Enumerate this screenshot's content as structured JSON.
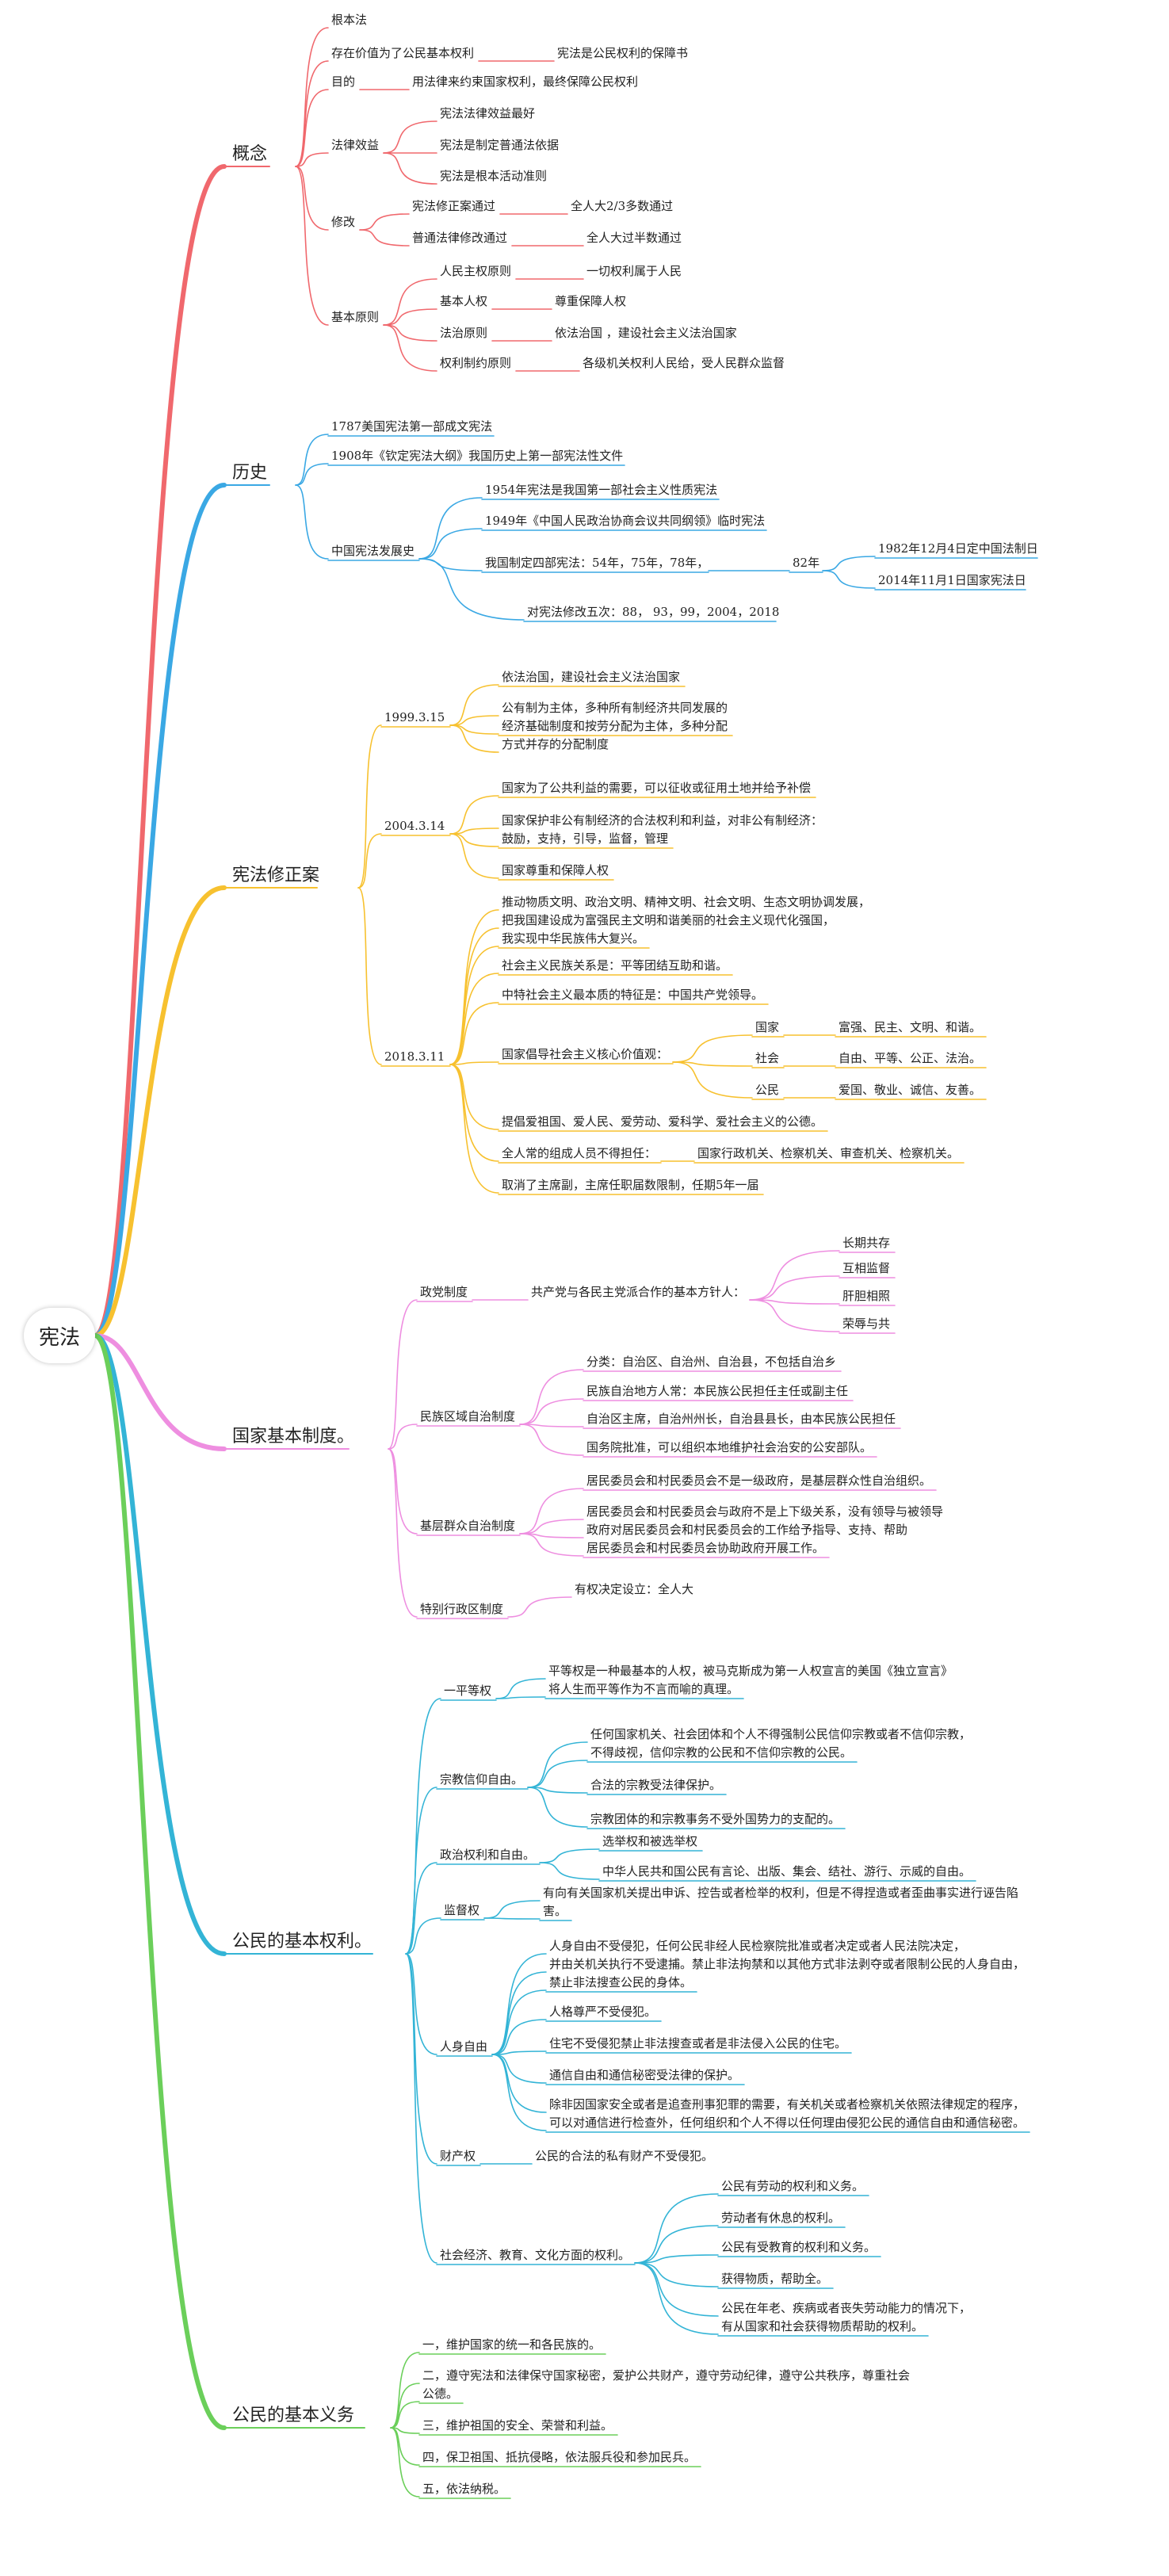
{
  "root": "宪法",
  "colors": {
    "red": "#f0686d",
    "blue": "#3aa8e4",
    "yellow": "#f7c12f",
    "pink": "#ee8ee0",
    "teal": "#33b4d6",
    "green": "#6bcf5a"
  },
  "branches": [
    {
      "label": "概念",
      "color": "red",
      "nodes": [
        {
          "text": "根本法"
        },
        {
          "text": "存在价值为了公民基本权利"
        },
        {
          "text": "宪法是公民权利的保障书"
        },
        {
          "text": "目的"
        },
        {
          "text": "用法律来约束国家权利，最终保障公民权利"
        },
        {
          "text": "法律效益"
        },
        {
          "text": "宪法法律效益最好"
        },
        {
          "text": "宪法是制定普通法依据"
        },
        {
          "text": "宪法是根本活动准则"
        },
        {
          "text": "修改"
        },
        {
          "text": "宪法修正案通过"
        },
        {
          "text": "全人大2/3多数通过"
        },
        {
          "text": "普通法律修改通过"
        },
        {
          "text": "全人大过半数通过"
        },
        {
          "text": "基本原则"
        },
        {
          "text": "人民主权原则"
        },
        {
          "text": "一切权利属于人民"
        },
        {
          "text": "基本人权"
        },
        {
          "text": "尊重保障人权"
        },
        {
          "text": "法治原则"
        },
        {
          "text": "依法治国 ，建设社会主义法治国家"
        },
        {
          "text": "权利制约原则"
        },
        {
          "text": "各级机关权利人民给，受人民群众监督"
        }
      ]
    },
    {
      "label": "历史",
      "color": "blue",
      "nodes": [
        {
          "text": "1787美国宪法第一部成文宪法"
        },
        {
          "text": "1908年《钦定宪法大纲》我国历史上第一部宪法性文件"
        },
        {
          "text": "中国宪法发展史"
        },
        {
          "text": "1954年宪法是我国第一部社会主义性质宪法"
        },
        {
          "text": "1949年《中国人民政治协商会议共同纲领》临时宪法"
        },
        {
          "text": "我国制定四部宪法：54年，75年，78年，"
        },
        {
          "text": "82年"
        },
        {
          "text": "1982年12月4日定中国法制日"
        },
        {
          "text": "2014年11月1日国家宪法日"
        },
        {
          "text": "对宪法修改五次：88， 93，99，2004，2018"
        }
      ]
    },
    {
      "label": "宪法修正案",
      "color": "yellow",
      "nodes": [
        {
          "text": "1999.3.15"
        },
        {
          "text": "依法治国，建设社会主义法治国家"
        },
        {
          "text": "公有制为主体，多种所有制经济共同发展的"
        },
        {
          "text": "经济基础制度和按劳分配为主体，多种分配"
        },
        {
          "text": "方式并存的分配制度"
        },
        {
          "text": "2004.3.14"
        },
        {
          "text": "国家为了公共利益的需要，可以征收或征用土地并给予补偿"
        },
        {
          "text": "国家保护非公有制经济的合法权利和利益，对非公有制经济："
        },
        {
          "text": "鼓励，支持，引导，监督，管理"
        },
        {
          "text": "国家尊重和保障人权"
        },
        {
          "text": "2018.3.11"
        },
        {
          "text": "推动物质文明、政治文明、精神文明、社会文明、生态文明协调发展，"
        },
        {
          "text": "把我国建设成为富强民主文明和谐美丽的社会主义现代化强国，"
        },
        {
          "text": "我实现中华民族伟大复兴。"
        },
        {
          "text": "社会主义民族关系是：平等团结互助和谐。"
        },
        {
          "text": "中特社会主义最本质的特征是：中国共产党领导。"
        },
        {
          "text": "国家倡导社会主义核心价值观："
        },
        {
          "text": "国家"
        },
        {
          "text": "富强、民主、文明、和谐。"
        },
        {
          "text": "社会"
        },
        {
          "text": "自由、平等、公正、法治。"
        },
        {
          "text": "公民"
        },
        {
          "text": "爱国、敬业、诚信、友善。"
        },
        {
          "text": "提倡爱祖国、爱人民、爱劳动、爱科学、爱社会主义的公德。"
        },
        {
          "text": "全人常的组成人员不得担任："
        },
        {
          "text": "国家行政机关、检察机关、审查机关、检察机关。"
        },
        {
          "text": "取消了主席副，主席任职届数限制，任期5年一届"
        }
      ]
    },
    {
      "label": "国家基本制度。",
      "color": "pink",
      "nodes": [
        {
          "text": "政党制度"
        },
        {
          "text": "共产党与各民主党派合作的基本方针人："
        },
        {
          "text": "长期共存"
        },
        {
          "text": "互相监督"
        },
        {
          "text": "肝胆相照"
        },
        {
          "text": "荣辱与共"
        },
        {
          "text": "民族区域自治制度"
        },
        {
          "text": "分类：自治区、自治州、自治县，不包括自治乡"
        },
        {
          "text": "民族自治地方人常：本民族公民担任主任或副主任"
        },
        {
          "text": "自治区主席，自治州州长，自治县县长，由本民族公民担任"
        },
        {
          "text": "国务院批准，可以组织本地维护社会治安的公安部队。"
        },
        {
          "text": "基层群众自治制度"
        },
        {
          "text": "居民委员会和村民委员会不是一级政府，是基层群众性自治组织。"
        },
        {
          "text": "居民委员会和村民委员会与政府不是上下级关系，没有领导与被领导"
        },
        {
          "text": "政府对居民委员会和村民委员会的工作给予指导、支持、帮助"
        },
        {
          "text": "居民委员会和村民委员会协助政府开展工作。"
        },
        {
          "text": "特别行政区制度"
        },
        {
          "text": "有权决定设立：全人大"
        }
      ]
    },
    {
      "label": "公民的基本权利。",
      "color": "teal",
      "nodes": [
        {
          "text": "一平等权"
        },
        {
          "text": "平等权是一种最基本的人权，被马克斯成为第一人权宣言的美国《独立宣言》"
        },
        {
          "text": "将人生而平等作为不言而喻的真理。"
        },
        {
          "text": "宗教信仰自由。"
        },
        {
          "text": "任何国家机关、社会团体和个人不得强制公民信仰宗教或者不信仰宗教，"
        },
        {
          "text": "不得歧视，信仰宗教的公民和不信仰宗教的公民。"
        },
        {
          "text": "合法的宗教受法律保护。"
        },
        {
          "text": "宗教团体的和宗教事务不受外国势力的支配的。"
        },
        {
          "text": "政治权利和自由。"
        },
        {
          "text": "选举权和被选举权"
        },
        {
          "text": "中华人民共和国公民有言论、出版、集会、结社、游行、示威的自由。"
        },
        {
          "text": "监督权"
        },
        {
          "text": "有向有关国家机关提出申诉、控告或者检举的权利，但是不得捏造或者歪曲事实进行诬告陷"
        },
        {
          "text": "害。"
        },
        {
          "text": "人身自由"
        },
        {
          "text": "人身自由不受侵犯，任何公民非经人民检察院批准或者决定或者人民法院决定，"
        },
        {
          "text": "并由关机关执行不受逮捕。禁止非法拘禁和以其他方式非法剥夺或者限制公民的人身自由，"
        },
        {
          "text": "禁止非法搜查公民的身体。"
        },
        {
          "text": "人格尊严不受侵犯。"
        },
        {
          "text": "住宅不受侵犯禁止非法搜查或者是非法侵入公民的住宅。"
        },
        {
          "text": "通信自由和通信秘密受法律的保护。"
        },
        {
          "text": "除非因国家安全或者是追查刑事犯罪的需要，有关机关或者检察机关依照法律规定的程序，"
        },
        {
          "text": "可以对通信进行检查外，任何组织和个人不得以任何理由侵犯公民的通信自由和通信秘密。"
        },
        {
          "text": "财产权"
        },
        {
          "text": "公民的合法的私有财产不受侵犯。"
        },
        {
          "text": "社会经济、教育、文化方面的权利。"
        },
        {
          "text": "公民有劳动的权利和义务。"
        },
        {
          "text": "劳动者有休息的权利。"
        },
        {
          "text": "公民有受教育的权利和义务。"
        },
        {
          "text": "获得物质，帮助全。"
        },
        {
          "text": "公民在年老、疾病或者丧失劳动能力的情况下，"
        },
        {
          "text": "有从国家和社会获得物质帮助的权利。"
        }
      ]
    },
    {
      "label": "公民的基本义务",
      "color": "green",
      "nodes": [
        {
          "text": "一，维护国家的统一和各民族的。"
        },
        {
          "text": "二，遵守宪法和法律保守国家秘密，爱护公共财产，遵守劳动纪律，遵守公共秩序，尊重社会"
        },
        {
          "text": "公德。"
        },
        {
          "text": "三，维护祖国的安全、荣誉和利益。"
        },
        {
          "text": "四，保卫祖国、抵抗侵略，依法服兵役和参加民兵。"
        },
        {
          "text": "五，依法纳税。"
        }
      ]
    }
  ]
}
